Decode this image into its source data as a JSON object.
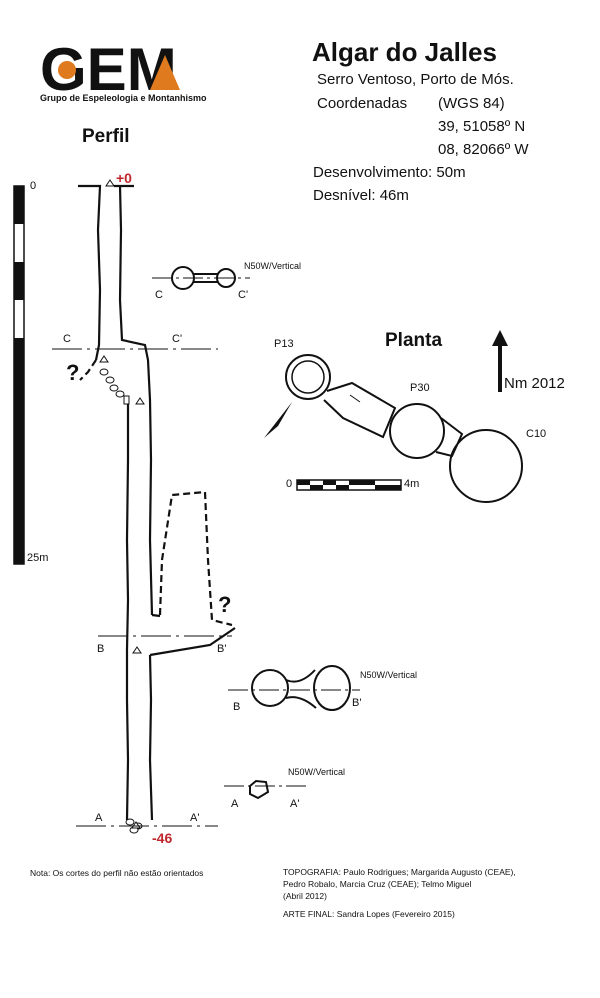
{
  "logo": {
    "text": "GEM",
    "subtitle": "Grupo de Espeleologia e Montanhismo"
  },
  "header": {
    "title": "Algar do Jalles",
    "location": "Serro Ventoso, Porto de Mós.",
    "coordinates_label": "Coordenadas",
    "datum": "(WGS 84)",
    "lat": "39, 51058º N",
    "lon": "08, 82066º W",
    "development": "Desenvolvimento: 50m",
    "depth": "Desnível:  46m"
  },
  "profile": {
    "title": "Perfil",
    "top_depth": "+0",
    "bottom_depth": "-46",
    "scale_zero": "0",
    "scale_end": "25m",
    "question_mark": "?",
    "sections": [
      {
        "left": "C",
        "right": "C'"
      },
      {
        "left": "B",
        "right": "B'"
      },
      {
        "left": "A",
        "right": "A'"
      }
    ],
    "cross_sections": [
      {
        "orientation": "N50W/Vertical",
        "left": "C",
        "right": "C'"
      },
      {
        "orientation": "N50W/Vertical",
        "left": "B",
        "right": "B'"
      },
      {
        "orientation": "N50W/Vertical",
        "left": "A",
        "right": "A'"
      }
    ]
  },
  "plan": {
    "title": "Planta",
    "north": "Nm 2012",
    "shafts": [
      "P13",
      "P30",
      "C10"
    ],
    "scale_zero": "0",
    "scale_end": "4m"
  },
  "notes": {
    "left": "Nota: Os cortes do perfil não estão orientados",
    "topography": [
      "TOPOGRAFIA: Paulo Rodrigues; Margarida Augusto (CEAE),",
      "Pedro Robalo, Marcia Cruz (CEAE); Telmo Miguel",
      "(Abril 2012)"
    ],
    "final_art": "ARTE FINAL: Sandra Lopes (Fevereiro 2015)"
  },
  "colors": {
    "logo_orange": "#e07a1f",
    "depth_red": "#c0272d",
    "ink": "#111111"
  }
}
